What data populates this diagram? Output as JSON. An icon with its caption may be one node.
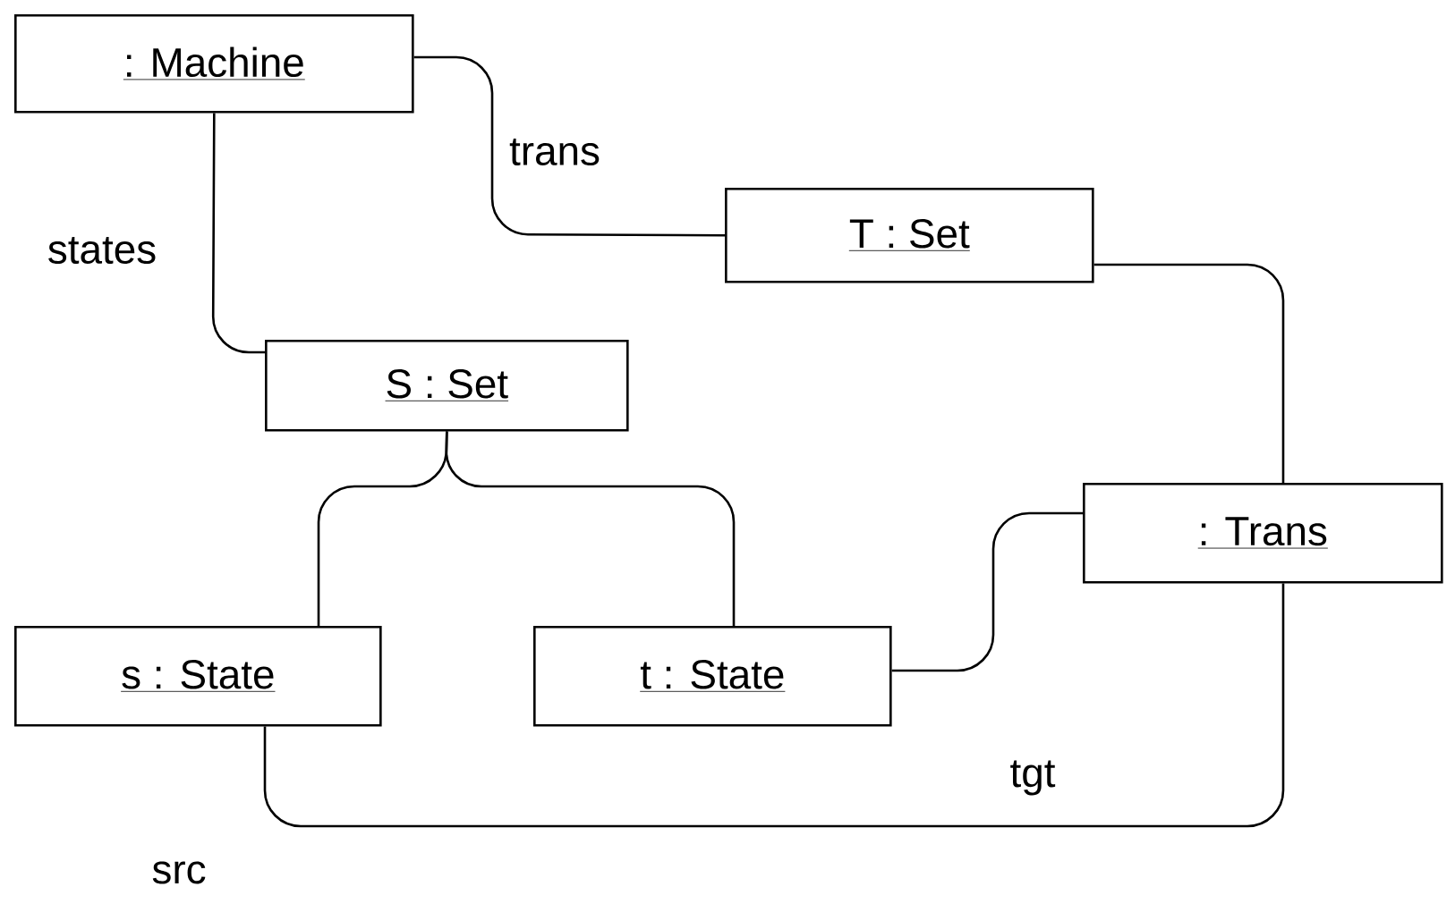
{
  "diagram": {
    "nodes": [
      {
        "text": [
          ": Machine"
        ]
      },
      {
        "text": [
          "T : Set"
        ]
      },
      {
        "text": [
          "S : Set"
        ]
      },
      {
        "text": [
          ": Trans"
        ]
      },
      {
        "text": [
          "s : State"
        ]
      },
      {
        "text": [
          "t : State"
        ]
      }
    ],
    "edges": [
      {
        "from": 0,
        "to": 2,
        "arrow": "none",
        "label": "states"
      },
      {
        "from": 0,
        "to": 1,
        "arrow": "none",
        "label": "trans"
      },
      {
        "from": 1,
        "to": 3,
        "arrow": "none"
      },
      {
        "from": 2,
        "to": 4,
        "arrow": "none"
      },
      {
        "from": 2,
        "to": 5,
        "arrow": "none"
      },
      {
        "from": 5,
        "to": 3,
        "arrow": "none"
      },
      {
        "from": 3,
        "to": 4,
        "arrow": "none",
        "label": "tgt"
      }
    ],
    "labels": [
      "src"
    ]
  }
}
